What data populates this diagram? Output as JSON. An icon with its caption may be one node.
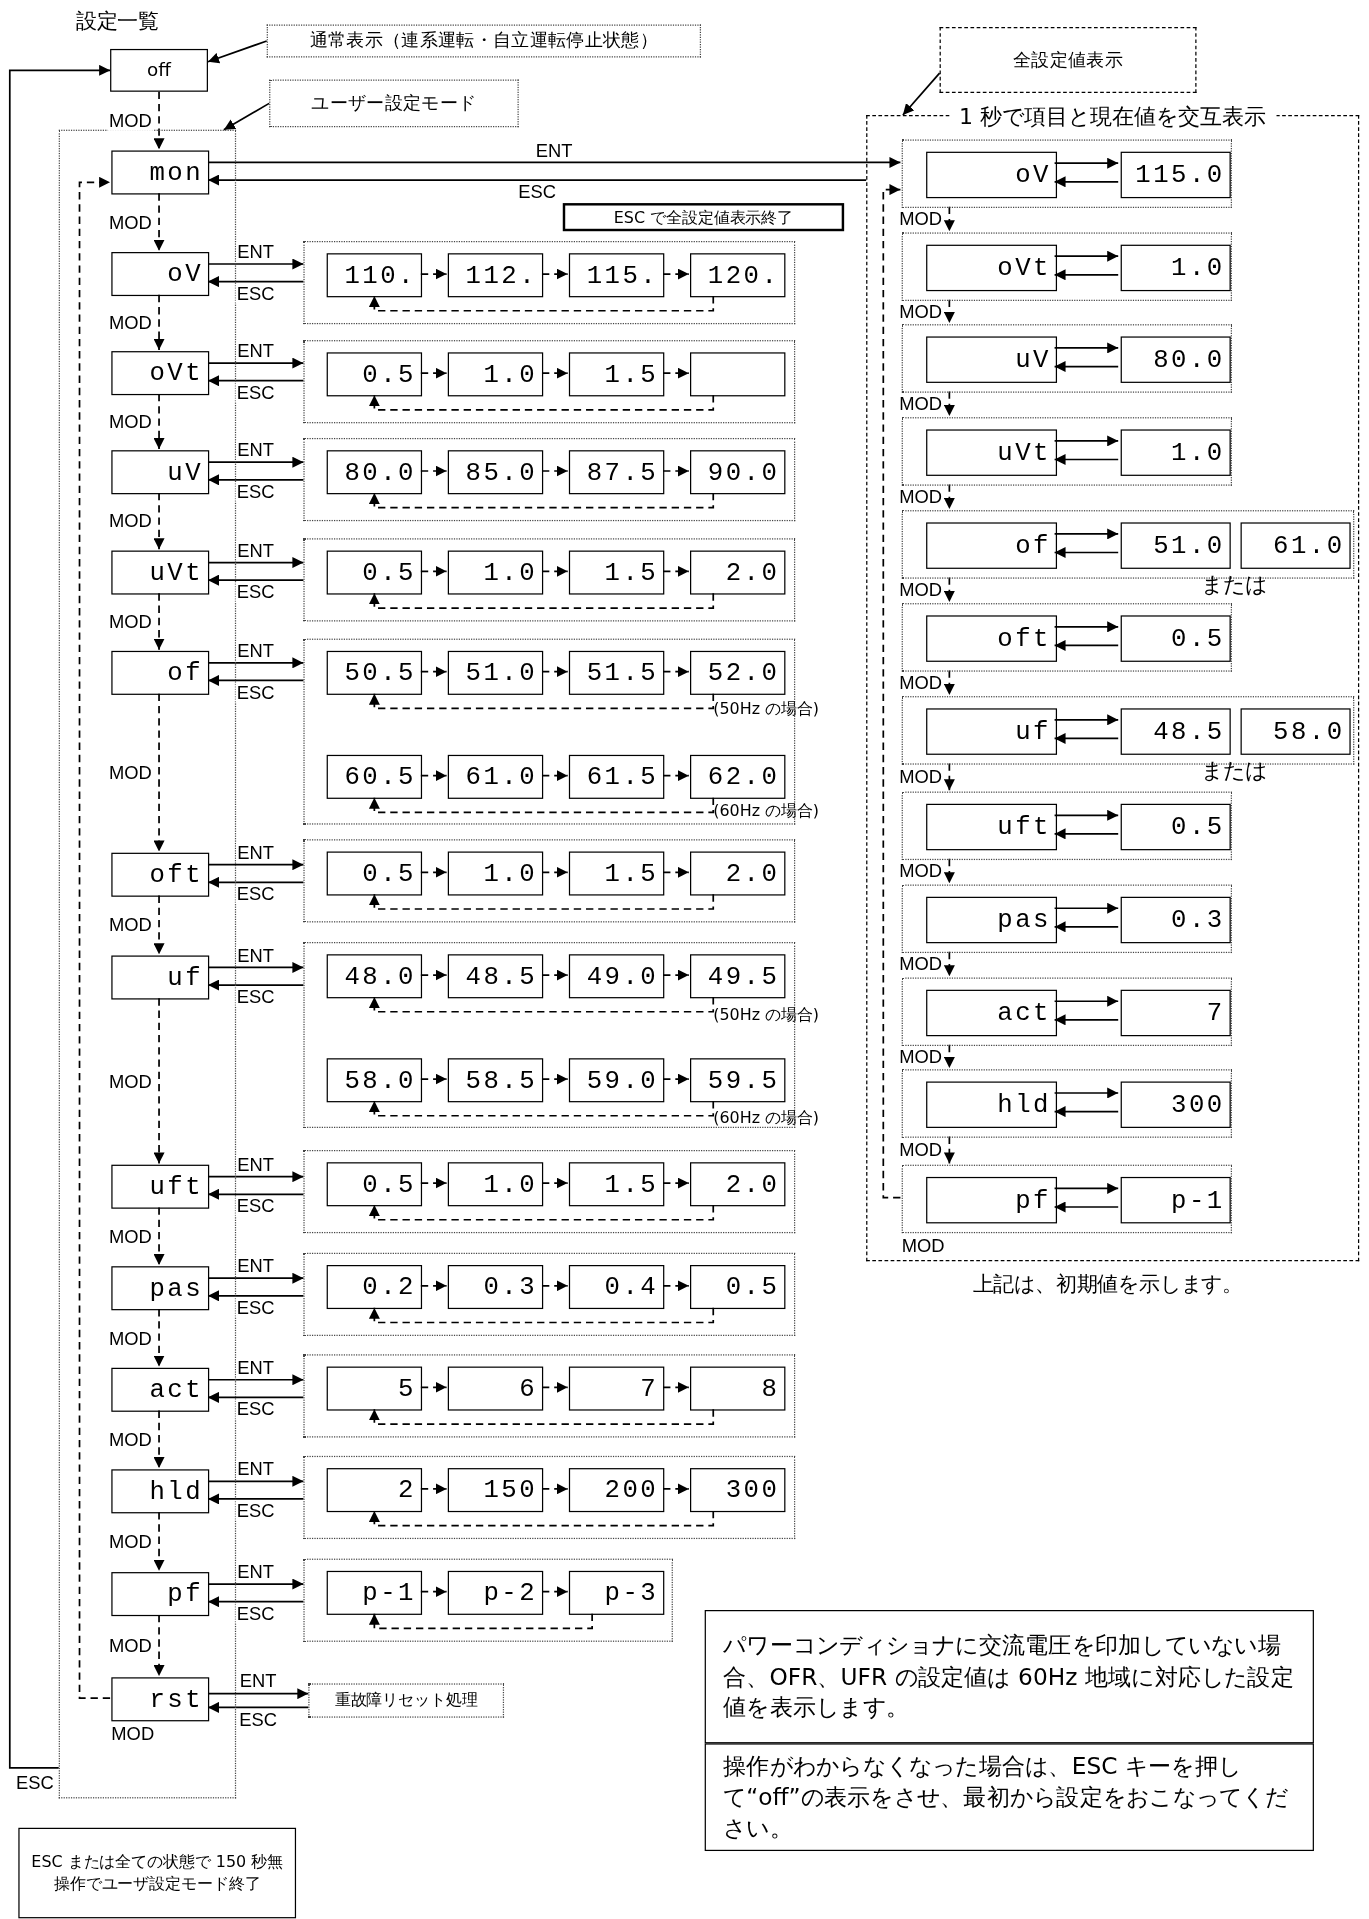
{
  "diagram": {
    "title": "設定一覧",
    "nodes": [
      {
        "text": [
          "通常表示（連系運転・自立運転停止状態）"
        ]
      },
      {
        "text": [
          "off"
        ]
      },
      {
        "text": [
          "ユーザー設定モード"
        ]
      },
      {
        "text": [],
        "shape": "box"
      },
      {
        "text": [
          "mon"
        ],
        "in": 3
      },
      {
        "text": [
          "oV"
        ],
        "in": 3
      },
      {
        "text": [
          "oVt"
        ],
        "in": 3
      },
      {
        "text": [
          "uV"
        ],
        "in": 3
      },
      {
        "text": [
          "uVt"
        ],
        "in": 3
      },
      {
        "text": [
          "of"
        ],
        "in": 3
      },
      {
        "text": [
          "oft"
        ],
        "in": 3
      },
      {
        "text": [
          "uf"
        ],
        "in": 3
      },
      {
        "text": [
          "uft"
        ],
        "in": 3
      },
      {
        "text": [
          "pas"
        ],
        "in": 3
      },
      {
        "text": [
          "act"
        ],
        "in": 3
      },
      {
        "text": [
          "hld"
        ],
        "in": 3
      },
      {
        "text": [
          "pf"
        ],
        "in": 3
      },
      {
        "text": [
          "rst"
        ],
        "in": 3
      },
      {
        "text": [
          "重故障リセット処理"
        ]
      },
      {
        "text": [
          "ESC で全設定値表示終了"
        ]
      },
      {
        "text": [],
        "shape": "box"
      },
      {
        "text": [
          "110."
        ],
        "in": 20
      },
      {
        "text": [
          "112."
        ],
        "in": 20
      },
      {
        "text": [
          "115."
        ],
        "in": 20
      },
      {
        "text": [
          "120."
        ],
        "in": 20
      },
      {
        "text": [],
        "shape": "box"
      },
      {
        "text": [
          "0.5"
        ],
        "in": 25
      },
      {
        "text": [
          "1.0"
        ],
        "in": 25
      },
      {
        "text": [
          "1.5"
        ],
        "in": 25
      },
      {
        "text": [],
        "shape": "box",
        "in": 25
      },
      {
        "text": [],
        "shape": "box"
      },
      {
        "text": [
          "80.0"
        ],
        "in": 30
      },
      {
        "text": [
          "85.0"
        ],
        "in": 30
      },
      {
        "text": [
          "87.5"
        ],
        "in": 30
      },
      {
        "text": [
          "90.0"
        ],
        "in": 30
      },
      {
        "text": [],
        "shape": "box"
      },
      {
        "text": [
          "0.5"
        ],
        "in": 35
      },
      {
        "text": [
          "1.0"
        ],
        "in": 35
      },
      {
        "text": [
          "1.5"
        ],
        "in": 35
      },
      {
        "text": [
          "2.0"
        ],
        "in": 35
      },
      {
        "text": [],
        "shape": "box"
      },
      {
        "text": [
          "50.5"
        ],
        "in": 40
      },
      {
        "text": [
          "51.0"
        ],
        "in": 40
      },
      {
        "text": [
          "51.5"
        ],
        "in": 40
      },
      {
        "text": [
          "52.0"
        ],
        "in": 40
      },
      {
        "text": [
          "60.5"
        ],
        "in": 40
      },
      {
        "text": [
          "61.0"
        ],
        "in": 40
      },
      {
        "text": [
          "61.5"
        ],
        "in": 40
      },
      {
        "text": [
          "62.0"
        ],
        "in": 40
      },
      {
        "text": [],
        "shape": "box"
      },
      {
        "text": [
          "0.5"
        ],
        "in": 49
      },
      {
        "text": [
          "1.0"
        ],
        "in": 49
      },
      {
        "text": [
          "1.5"
        ],
        "in": 49
      },
      {
        "text": [
          "2.0"
        ],
        "in": 49
      },
      {
        "text": [],
        "shape": "box"
      },
      {
        "text": [
          "48.0"
        ],
        "in": 54
      },
      {
        "text": [
          "48.5"
        ],
        "in": 54
      },
      {
        "text": [
          "49.0"
        ],
        "in": 54
      },
      {
        "text": [
          "49.5"
        ],
        "in": 54
      },
      {
        "text": [
          "58.0"
        ],
        "in": 54
      },
      {
        "text": [
          "58.5"
        ],
        "in": 54
      },
      {
        "text": [
          "59.0"
        ],
        "in": 54
      },
      {
        "text": [
          "59.5"
        ],
        "in": 54
      },
      {
        "text": [],
        "shape": "box"
      },
      {
        "text": [
          "0.5"
        ],
        "in": 63
      },
      {
        "text": [
          "1.0"
        ],
        "in": 63
      },
      {
        "text": [
          "1.5"
        ],
        "in": 63
      },
      {
        "text": [
          "2.0"
        ],
        "in": 63
      },
      {
        "text": [],
        "shape": "box"
      },
      {
        "text": [
          "0.2"
        ],
        "in": 68
      },
      {
        "text": [
          "0.3"
        ],
        "in": 68
      },
      {
        "text": [
          "0.4"
        ],
        "in": 68
      },
      {
        "text": [
          "0.5"
        ],
        "in": 68
      },
      {
        "text": [],
        "shape": "box"
      },
      {
        "text": [
          "5"
        ],
        "in": 73
      },
      {
        "text": [
          "6"
        ],
        "in": 73
      },
      {
        "text": [
          "7"
        ],
        "in": 73
      },
      {
        "text": [
          "8"
        ],
        "in": 73
      },
      {
        "text": [],
        "shape": "box"
      },
      {
        "text": [
          "2"
        ],
        "in": 78
      },
      {
        "text": [
          "150"
        ],
        "in": 78
      },
      {
        "text": [
          "200"
        ],
        "in": 78
      },
      {
        "text": [
          "300"
        ],
        "in": 78
      },
      {
        "text": [],
        "shape": "box"
      },
      {
        "text": [
          "p-1"
        ],
        "in": 83
      },
      {
        "text": [
          "p-2"
        ],
        "in": 83
      },
      {
        "text": [
          "p-3"
        ],
        "in": 83
      },
      {
        "text": [
          "全設定値表示"
        ]
      },
      {
        "text": [
          "1 秒で項目と現在値を交互表示"
        ]
      },
      {
        "text": [],
        "shape": "box",
        "in": 88
      },
      {
        "text": [
          "oV"
        ],
        "in": 89
      },
      {
        "text": [
          "115.0"
        ],
        "in": 89
      },
      {
        "text": [],
        "shape": "box",
        "in": 88
      },
      {
        "text": [
          "oVt"
        ],
        "in": 92
      },
      {
        "text": [
          "1.0"
        ],
        "in": 92
      },
      {
        "text": [],
        "shape": "box",
        "in": 88
      },
      {
        "text": [
          "uV"
        ],
        "in": 95
      },
      {
        "text": [
          "80.0"
        ],
        "in": 95
      },
      {
        "text": [],
        "shape": "box",
        "in": 88
      },
      {
        "text": [
          "uVt"
        ],
        "in": 98
      },
      {
        "text": [
          "1.0"
        ],
        "in": 98
      },
      {
        "text": [],
        "shape": "box",
        "in": 88
      },
      {
        "text": [
          "of"
        ],
        "in": 101
      },
      {
        "text": [
          "51.0"
        ],
        "in": 101
      },
      {
        "text": [
          "61.0"
        ],
        "in": 101
      },
      {
        "text": [],
        "shape": "box",
        "in": 88
      },
      {
        "text": [
          "oft"
        ],
        "in": 105
      },
      {
        "text": [
          "0.5"
        ],
        "in": 105
      },
      {
        "text": [],
        "shape": "box",
        "in": 88
      },
      {
        "text": [
          "uf"
        ],
        "in": 108
      },
      {
        "text": [
          "48.5"
        ],
        "in": 108
      },
      {
        "text": [
          "58.0"
        ],
        "in": 108
      },
      {
        "text": [],
        "shape": "box",
        "in": 88
      },
      {
        "text": [
          "uft"
        ],
        "in": 112
      },
      {
        "text": [
          "0.5"
        ],
        "in": 112
      },
      {
        "text": [],
        "shape": "box",
        "in": 88
      },
      {
        "text": [
          "pas"
        ],
        "in": 115
      },
      {
        "text": [
          "0.3"
        ],
        "in": 115
      },
      {
        "text": [],
        "shape": "box",
        "in": 88
      },
      {
        "text": [
          "act"
        ],
        "in": 118
      },
      {
        "text": [
          "7"
        ],
        "in": 118
      },
      {
        "text": [],
        "shape": "box",
        "in": 88
      },
      {
        "text": [
          "hld"
        ],
        "in": 121
      },
      {
        "text": [
          "300"
        ],
        "in": 121
      },
      {
        "text": [],
        "shape": "box",
        "in": 88
      },
      {
        "text": [
          "pf"
        ],
        "in": 124
      },
      {
        "text": [
          "p-1"
        ],
        "in": 124
      },
      {
        "text": [
          "ESC または全ての状態で 150 秒無操作でユーザ設定モード終了"
        ]
      },
      {
        "text": [
          "パワーコンディショナに交流電圧を印加していない場合、OFR、UFR の設定値は 60Hz 地域に対応した設定値を表示します。"
        ]
      },
      {
        "text": [
          "操作がわからなくなった場合は、ESC キーを押して“off”の表示をさせ、最初から設定をおこなってください。"
        ]
      }
    ],
    "edges": [
      {
        "from": 0,
        "to": 1,
        "arrow": "to"
      },
      {
        "from": 1,
        "to": 4,
        "arrow": "to",
        "label": "MOD",
        "style": "dashed"
      },
      {
        "from": 2,
        "to": 3,
        "arrow": "to"
      },
      {
        "from": 4,
        "to": 5,
        "arrow": "to",
        "label": "MOD",
        "style": "dashed"
      },
      {
        "from": 5,
        "to": 6,
        "arrow": "to",
        "label": "MOD",
        "style": "dashed"
      },
      {
        "from": 6,
        "to": 7,
        "arrow": "to",
        "label": "MOD",
        "style": "dashed"
      },
      {
        "from": 7,
        "to": 8,
        "arrow": "to",
        "label": "MOD",
        "style": "dashed"
      },
      {
        "from": 8,
        "to": 9,
        "arrow": "to",
        "label": "MOD",
        "style": "dashed"
      },
      {
        "from": 9,
        "to": 10,
        "arrow": "to",
        "label": "MOD",
        "style": "dashed"
      },
      {
        "from": 10,
        "to": 11,
        "arrow": "to",
        "label": "MOD",
        "style": "dashed"
      },
      {
        "from": 11,
        "to": 12,
        "arrow": "to",
        "label": "MOD",
        "style": "dashed"
      },
      {
        "from": 12,
        "to": 13,
        "arrow": "to",
        "label": "MOD",
        "style": "dashed"
      },
      {
        "from": 13,
        "to": 14,
        "arrow": "to",
        "label": "MOD",
        "style": "dashed"
      },
      {
        "from": 14,
        "to": 15,
        "arrow": "to",
        "label": "MOD",
        "style": "dashed"
      },
      {
        "from": 15,
        "to": 16,
        "arrow": "to",
        "label": "MOD",
        "style": "dashed"
      },
      {
        "from": 16,
        "to": 17,
        "arrow": "to",
        "label": "MOD",
        "style": "dashed"
      },
      {
        "from": 17,
        "to": 4,
        "arrow": "to",
        "label": "MOD",
        "style": "dashed"
      },
      {
        "from": 3,
        "to": 1,
        "arrow": "to",
        "label": "ESC"
      },
      {
        "from": 4,
        "to": 89,
        "arrow": "to",
        "label": "ENT"
      },
      {
        "from": 88,
        "to": 4,
        "arrow": "to",
        "label": "ESC"
      },
      {
        "from": 5,
        "to": 20,
        "arrow": "to",
        "label": "ENT"
      },
      {
        "from": 20,
        "to": 5,
        "arrow": "to",
        "label": "ESC"
      },
      {
        "from": 6,
        "to": 25,
        "arrow": "to",
        "label": "ENT"
      },
      {
        "from": 25,
        "to": 6,
        "arrow": "to",
        "label": "ESC"
      },
      {
        "from": 7,
        "to": 30,
        "arrow": "to",
        "label": "ENT"
      },
      {
        "from": 30,
        "to": 7,
        "arrow": "to",
        "label": "ESC"
      },
      {
        "from": 8,
        "to": 35,
        "arrow": "to",
        "label": "ENT"
      },
      {
        "from": 35,
        "to": 8,
        "arrow": "to",
        "label": "ESC"
      },
      {
        "from": 9,
        "to": 40,
        "arrow": "to",
        "label": "ENT"
      },
      {
        "from": 40,
        "to": 9,
        "arrow": "to",
        "label": "ESC"
      },
      {
        "from": 10,
        "to": 49,
        "arrow": "to",
        "label": "ENT"
      },
      {
        "from": 49,
        "to": 10,
        "arrow": "to",
        "label": "ESC"
      },
      {
        "from": 11,
        "to": 54,
        "arrow": "to",
        "label": "ENT"
      },
      {
        "from": 54,
        "to": 11,
        "arrow": "to",
        "label": "ESC"
      },
      {
        "from": 12,
        "to": 63,
        "arrow": "to",
        "label": "ENT"
      },
      {
        "from": 63,
        "to": 12,
        "arrow": "to",
        "label": "ESC"
      },
      {
        "from": 13,
        "to": 68,
        "arrow": "to",
        "label": "ENT"
      },
      {
        "from": 68,
        "to": 13,
        "arrow": "to",
        "label": "ESC"
      },
      {
        "from": 14,
        "to": 73,
        "arrow": "to",
        "label": "ENT"
      },
      {
        "from": 73,
        "to": 14,
        "arrow": "to",
        "label": "ESC"
      },
      {
        "from": 15,
        "to": 78,
        "arrow": "to",
        "label": "ENT"
      },
      {
        "from": 78,
        "to": 15,
        "arrow": "to",
        "label": "ESC"
      },
      {
        "from": 16,
        "to": 83,
        "arrow": "to",
        "label": "ENT"
      },
      {
        "from": 83,
        "to": 16,
        "arrow": "to",
        "label": "ESC"
      },
      {
        "from": 17,
        "to": 18,
        "arrow": "to",
        "label": "ENT"
      },
      {
        "from": 18,
        "to": 17,
        "arrow": "to",
        "label": "ESC"
      },
      {
        "from": 21,
        "to": 22,
        "arrow": "to",
        "style": "dashed"
      },
      {
        "from": 22,
        "to": 23,
        "arrow": "to",
        "style": "dashed"
      },
      {
        "from": 23,
        "to": 24,
        "arrow": "to",
        "style": "dashed"
      },
      {
        "from": 24,
        "to": 21,
        "arrow": "to",
        "style": "dashed"
      },
      {
        "from": 26,
        "to": 27,
        "arrow": "to",
        "style": "dashed"
      },
      {
        "from": 27,
        "to": 28,
        "arrow": "to",
        "style": "dashed"
      },
      {
        "from": 28,
        "to": 29,
        "arrow": "to",
        "style": "dashed"
      },
      {
        "from": 29,
        "to": 26,
        "arrow": "to",
        "style": "dashed"
      },
      {
        "from": 31,
        "to": 32,
        "arrow": "to",
        "style": "dashed"
      },
      {
        "from": 32,
        "to": 33,
        "arrow": "to",
        "style": "dashed"
      },
      {
        "from": 33,
        "to": 34,
        "arrow": "to",
        "style": "dashed"
      },
      {
        "from": 34,
        "to": 31,
        "arrow": "to",
        "style": "dashed"
      },
      {
        "from": 36,
        "to": 37,
        "arrow": "to",
        "style": "dashed"
      },
      {
        "from": 37,
        "to": 38,
        "arrow": "to",
        "style": "dashed"
      },
      {
        "from": 38,
        "to": 39,
        "arrow": "to",
        "style": "dashed"
      },
      {
        "from": 39,
        "to": 36,
        "arrow": "to",
        "style": "dashed"
      },
      {
        "from": 41,
        "to": 42,
        "arrow": "to",
        "style": "dashed"
      },
      {
        "from": 42,
        "to": 43,
        "arrow": "to",
        "style": "dashed"
      },
      {
        "from": 43,
        "to": 44,
        "arrow": "to",
        "style": "dashed"
      },
      {
        "from": 44,
        "to": 41,
        "arrow": "to",
        "style": "dashed"
      },
      {
        "from": 45,
        "to": 46,
        "arrow": "to",
        "style": "dashed"
      },
      {
        "from": 46,
        "to": 47,
        "arrow": "to",
        "style": "dashed"
      },
      {
        "from": 47,
        "to": 48,
        "arrow": "to",
        "style": "dashed"
      },
      {
        "from": 48,
        "to": 45,
        "arrow": "to",
        "style": "dashed"
      },
      {
        "from": 50,
        "to": 51,
        "arrow": "to",
        "style": "dashed"
      },
      {
        "from": 51,
        "to": 52,
        "arrow": "to",
        "style": "dashed"
      },
      {
        "from": 52,
        "to": 53,
        "arrow": "to",
        "style": "dashed"
      },
      {
        "from": 53,
        "to": 50,
        "arrow": "to",
        "style": "dashed"
      },
      {
        "from": 55,
        "to": 56,
        "arrow": "to",
        "style": "dashed"
      },
      {
        "from": 56,
        "to": 57,
        "arrow": "to",
        "style": "dashed"
      },
      {
        "from": 57,
        "to": 58,
        "arrow": "to",
        "style": "dashed"
      },
      {
        "from": 58,
        "to": 55,
        "arrow": "to",
        "style": "dashed"
      },
      {
        "from": 59,
        "to": 60,
        "arrow": "to",
        "style": "dashed"
      },
      {
        "from": 60,
        "to": 61,
        "arrow": "to",
        "style": "dashed"
      },
      {
        "from": 61,
        "to": 62,
        "arrow": "to",
        "style": "dashed"
      },
      {
        "from": 62,
        "to": 59,
        "arrow": "to",
        "style": "dashed"
      },
      {
        "from": 64,
        "to": 65,
        "arrow": "to",
        "style": "dashed"
      },
      {
        "from": 65,
        "to": 66,
        "arrow": "to",
        "style": "dashed"
      },
      {
        "from": 66,
        "to": 67,
        "arrow": "to",
        "style": "dashed"
      },
      {
        "from": 67,
        "to": 64,
        "arrow": "to",
        "style": "dashed"
      },
      {
        "from": 69,
        "to": 70,
        "arrow": "to",
        "style": "dashed"
      },
      {
        "from": 70,
        "to": 71,
        "arrow": "to",
        "style": "dashed"
      },
      {
        "from": 71,
        "to": 72,
        "arrow": "to",
        "style": "dashed"
      },
      {
        "from": 72,
        "to": 69,
        "arrow": "to",
        "style": "dashed"
      },
      {
        "from": 74,
        "to": 75,
        "arrow": "to",
        "style": "dashed"
      },
      {
        "from": 75,
        "to": 76,
        "arrow": "to",
        "style": "dashed"
      },
      {
        "from": 76,
        "to": 77,
        "arrow": "to",
        "style": "dashed"
      },
      {
        "from": 77,
        "to": 74,
        "arrow": "to",
        "style": "dashed"
      },
      {
        "from": 79,
        "to": 80,
        "arrow": "to",
        "style": "dashed"
      },
      {
        "from": 80,
        "to": 81,
        "arrow": "to",
        "style": "dashed"
      },
      {
        "from": 81,
        "to": 82,
        "arrow": "to",
        "style": "dashed"
      },
      {
        "from": 82,
        "to": 79,
        "arrow": "to",
        "style": "dashed"
      },
      {
        "from": 84,
        "to": 85,
        "arrow": "to",
        "style": "dashed"
      },
      {
        "from": 85,
        "to": 86,
        "arrow": "to",
        "style": "dashed"
      },
      {
        "from": 86,
        "to": 84,
        "arrow": "to",
        "style": "dashed"
      },
      {
        "from": 87,
        "to": 88,
        "arrow": "to"
      },
      {
        "from": 90,
        "to": 91,
        "arrow": "to"
      },
      {
        "from": 91,
        "to": 90,
        "arrow": "to"
      },
      {
        "from": 93,
        "to": 94,
        "arrow": "to"
      },
      {
        "from": 94,
        "to": 93,
        "arrow": "to"
      },
      {
        "from": 96,
        "to": 97,
        "arrow": "to"
      },
      {
        "from": 97,
        "to": 96,
        "arrow": "to"
      },
      {
        "from": 99,
        "to": 100,
        "arrow": "to"
      },
      {
        "from": 100,
        "to": 99,
        "arrow": "to"
      },
      {
        "from": 102,
        "to": 103,
        "arrow": "to"
      },
      {
        "from": 103,
        "to": 102,
        "arrow": "to"
      },
      {
        "from": 106,
        "to": 107,
        "arrow": "to"
      },
      {
        "from": 107,
        "to": 106,
        "arrow": "to"
      },
      {
        "from": 109,
        "to": 110,
        "arrow": "to"
      },
      {
        "from": 110,
        "to": 109,
        "arrow": "to"
      },
      {
        "from": 113,
        "to": 114,
        "arrow": "to"
      },
      {
        "from": 114,
        "to": 113,
        "arrow": "to"
      },
      {
        "from": 116,
        "to": 117,
        "arrow": "to"
      },
      {
        "from": 117,
        "to": 116,
        "arrow": "to"
      },
      {
        "from": 119,
        "to": 120,
        "arrow": "to"
      },
      {
        "from": 120,
        "to": 119,
        "arrow": "to"
      },
      {
        "from": 122,
        "to": 123,
        "arrow": "to"
      },
      {
        "from": 123,
        "to": 122,
        "arrow": "to"
      },
      {
        "from": 125,
        "to": 126,
        "arrow": "to"
      },
      {
        "from": 126,
        "to": 125,
        "arrow": "to"
      },
      {
        "from": 89,
        "to": 92,
        "arrow": "to",
        "label": "MOD",
        "style": "dashed"
      },
      {
        "from": 92,
        "to": 95,
        "arrow": "to",
        "label": "MOD",
        "style": "dashed"
      },
      {
        "from": 95,
        "to": 98,
        "arrow": "to",
        "label": "MOD",
        "style": "dashed"
      },
      {
        "from": 98,
        "to": 101,
        "arrow": "to",
        "label": "MOD",
        "style": "dashed"
      },
      {
        "from": 101,
        "to": 105,
        "arrow": "to",
        "label": "MOD",
        "style": "dashed"
      },
      {
        "from": 105,
        "to": 108,
        "arrow": "to",
        "label": "MOD",
        "style": "dashed"
      },
      {
        "from": 108,
        "to": 112,
        "arrow": "to",
        "label": "MOD",
        "style": "dashed"
      },
      {
        "from": 112,
        "to": 115,
        "arrow": "to",
        "label": "MOD",
        "style": "dashed"
      },
      {
        "from": 115,
        "to": 118,
        "arrow": "to",
        "label": "MOD",
        "style": "dashed"
      },
      {
        "from": 118,
        "to": 121,
        "arrow": "to",
        "label": "MOD",
        "style": "dashed"
      },
      {
        "from": 121,
        "to": 124,
        "arrow": "to",
        "label": "MOD",
        "style": "dashed"
      },
      {
        "from": 124,
        "to": 89,
        "arrow": "to",
        "label": "MOD",
        "style": "dashed"
      }
    ],
    "labels": [
      "(50Hz の場合)",
      "(60Hz の場合)",
      "(50Hz の場合)",
      "(60Hz の場合)",
      "または",
      "または",
      "上記は、初期値を示します。"
    ]
  }
}
